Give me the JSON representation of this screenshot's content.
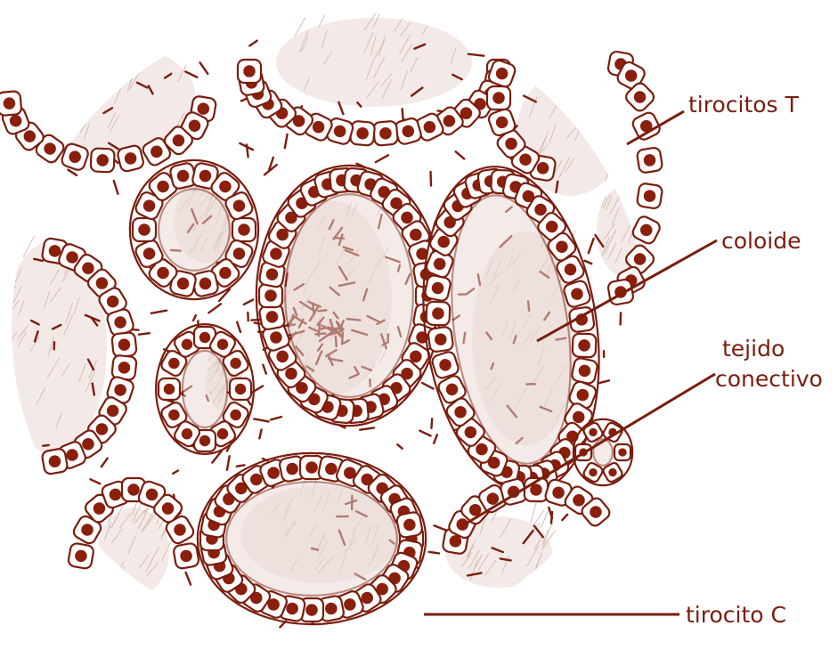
{
  "diagram": {
    "colors": {
      "ink": "#7a1d0e",
      "nucleus": "#8a1f0c",
      "cell_fill": "#ffffff",
      "colloid": "#ead9d4",
      "background": "#ffffff"
    },
    "labels": {
      "tirocitos_t": "tirocitos T",
      "coloide": "coloide",
      "tejido_line1": "tejido",
      "tejido_line2": "conectivo",
      "tirocito_c": "tirocito C"
    }
  }
}
